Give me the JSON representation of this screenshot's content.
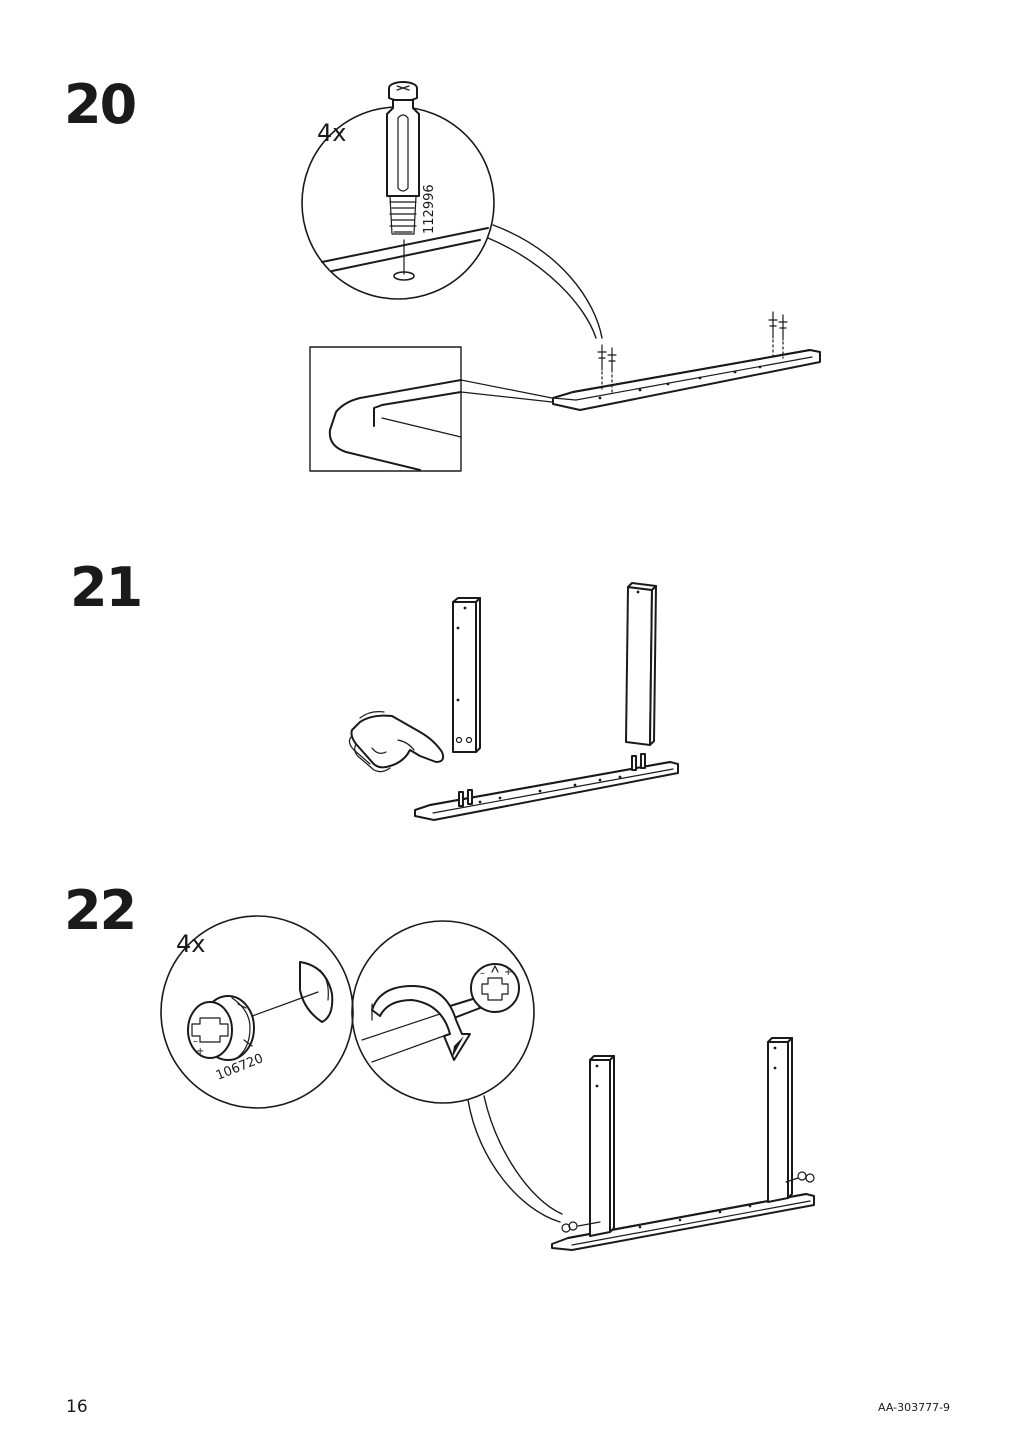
{
  "page": {
    "page_number": "16",
    "document_id": "AA-303777-9"
  },
  "steps": [
    {
      "number": "20",
      "quantity": "4x",
      "part_number": "112996"
    },
    {
      "number": "21"
    },
    {
      "number": "22",
      "quantity": "4x",
      "part_number": "106720"
    }
  ],
  "icons": [
    "dowel-icon",
    "cam-lock-icon",
    "screwdriver-icon",
    "rotate-arrow-icon",
    "hand-pointer-icon"
  ],
  "colors": {
    "ink": "#1a1a1a",
    "paper": "#ffffff"
  }
}
